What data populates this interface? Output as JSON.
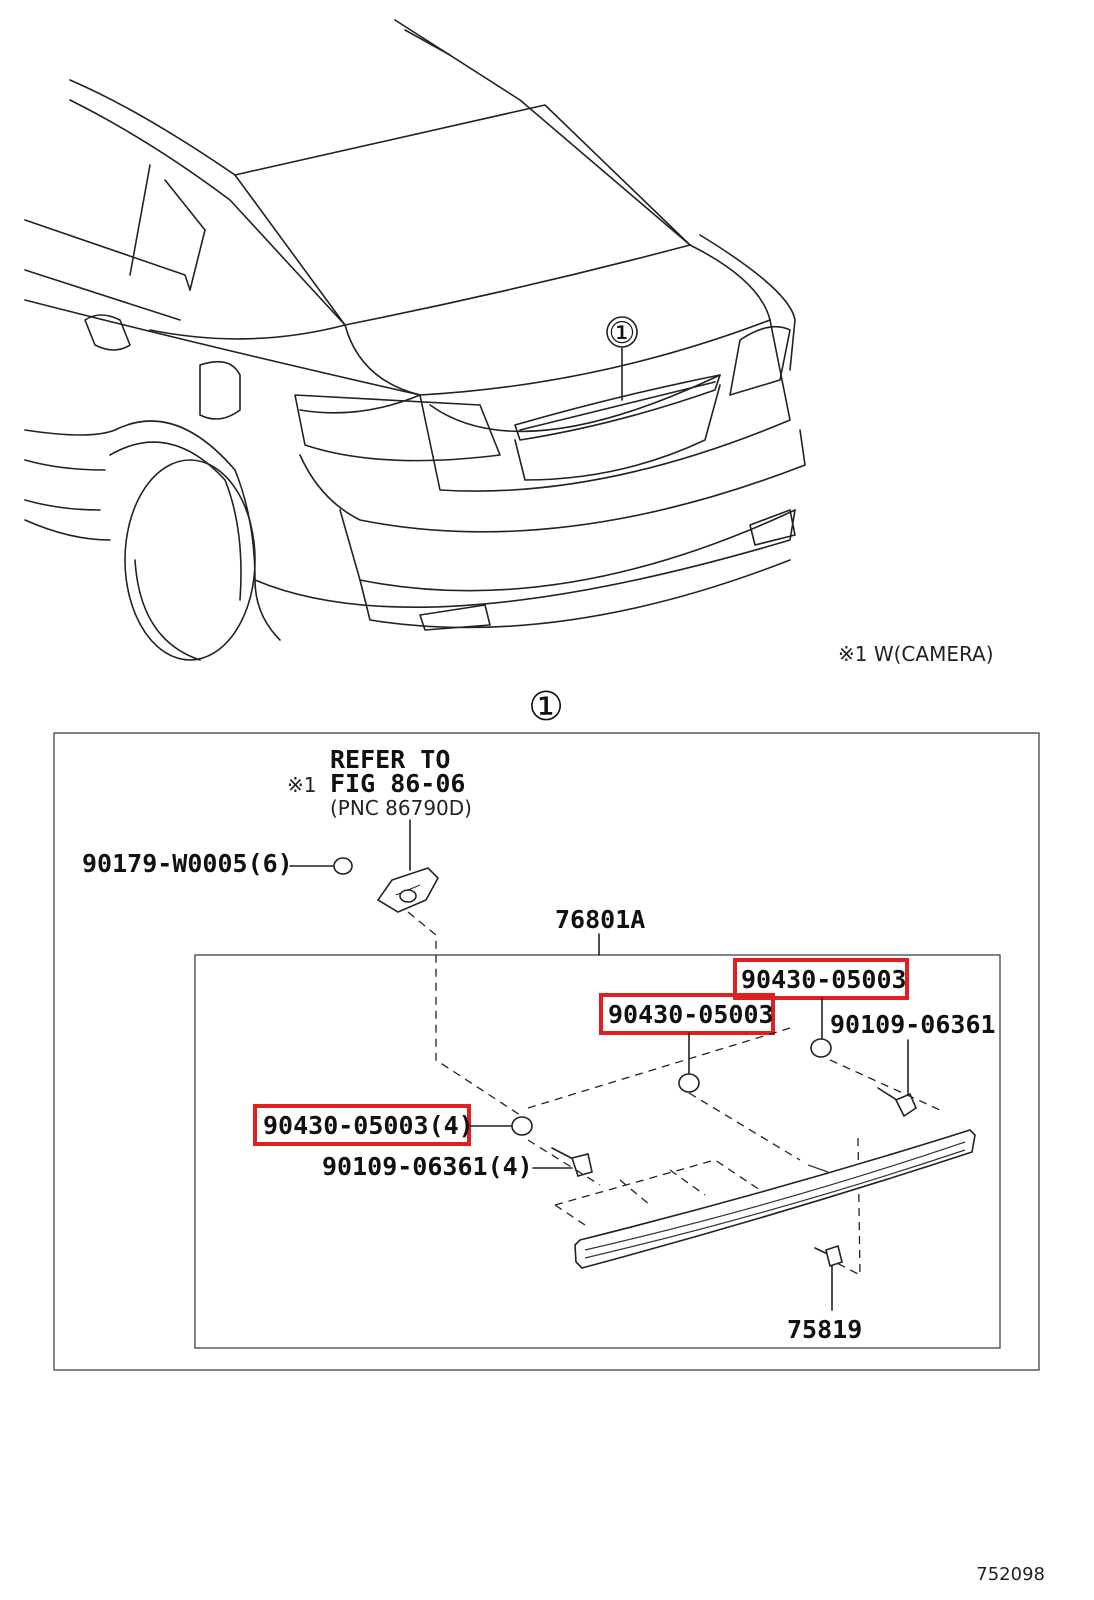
{
  "note": "※1 W(CAMERA)",
  "callout_marker": "①",
  "refer": {
    "line1": "REFER TO",
    "line2_prefix": "※1",
    "line2": "FIG 86-06",
    "line3": "(PNC 86790D)"
  },
  "parts": {
    "assembly": "76801A",
    "nut_camera": "90179-W0005(6)",
    "grommet_upper_right": "90430-05003",
    "grommet_upper_middle": "90430-05003",
    "grommet_left": "90430-05003(4)",
    "screw_upper_right": "90109-06361",
    "screw_left": "90109-06361(4)",
    "clip": "75819"
  },
  "highlighted": [
    "grommet_upper_right",
    "grommet_upper_middle",
    "grommet_left"
  ],
  "highlight_color": "#e02020",
  "figure_number": "752098"
}
